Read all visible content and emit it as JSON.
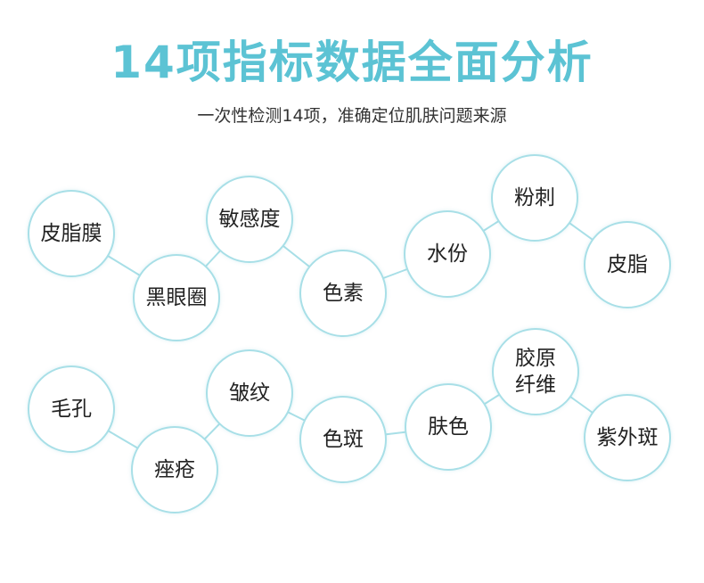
{
  "header": {
    "title": "14项指标数据全面分析",
    "subtitle": "一次性检测14项，准确定位肌肤问题来源"
  },
  "colors": {
    "title": "#5cc3d4",
    "circle_border": "#a8dfe7",
    "connector": "#a8dfe7",
    "text": "#222222"
  },
  "indicators": [
    {
      "label": "皮脂膜"
    },
    {
      "label": "黑眼圈"
    },
    {
      "label": "敏感度"
    },
    {
      "label": "色素"
    },
    {
      "label": "水份"
    },
    {
      "label": "粉刺"
    },
    {
      "label": "皮脂"
    },
    {
      "label": "毛孔"
    },
    {
      "label": "痤疮"
    },
    {
      "label": "皱纹"
    },
    {
      "label": "色斑"
    },
    {
      "label": "肤色"
    },
    {
      "label": "胶原\n纤维"
    },
    {
      "label": "紫外斑"
    }
  ]
}
